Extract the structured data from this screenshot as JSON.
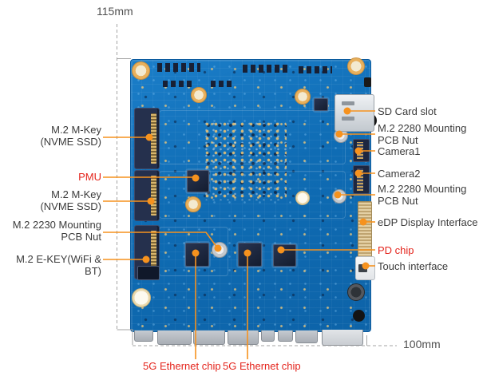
{
  "figure": {
    "description": "Annotated rear view photo of a single board computer PCB",
    "board_color": "#1070ba",
    "accent_line_color": "#f6921e",
    "red_label_color": "#e4251d",
    "label_color": "#3b3b3b"
  },
  "dimensions": {
    "width_label": "115mm",
    "height_label": "100mm"
  },
  "callouts": {
    "left": [
      {
        "label": "M.2 M-Key\n(NVME SSD)",
        "red": false
      },
      {
        "label": "PMU",
        "red": true
      },
      {
        "label": "M.2 M-Key\n(NVME SSD)",
        "red": false
      },
      {
        "label": "M.2 2230 Mounting\nPCB Nut",
        "red": false
      },
      {
        "label": "M.2 E-KEY(WiFi & BT)",
        "red": false
      }
    ],
    "right": [
      {
        "label": "SD Card slot",
        "red": false
      },
      {
        "label": "M.2 2280 Mounting\nPCB Nut",
        "red": false
      },
      {
        "label": "Camera1",
        "red": false
      },
      {
        "label": "Camera2",
        "red": false
      },
      {
        "label": "M.2 2280 Mounting\nPCB Nut",
        "red": false
      },
      {
        "label": "eDP Display Interface",
        "red": false
      },
      {
        "label": "PD chip",
        "red": true
      },
      {
        "label": "Touch interface",
        "red": false
      }
    ],
    "bottom": [
      {
        "label": "5G Ethernet chip",
        "red": true
      },
      {
        "label": "5G Ethernet chip",
        "red": true
      }
    ]
  }
}
